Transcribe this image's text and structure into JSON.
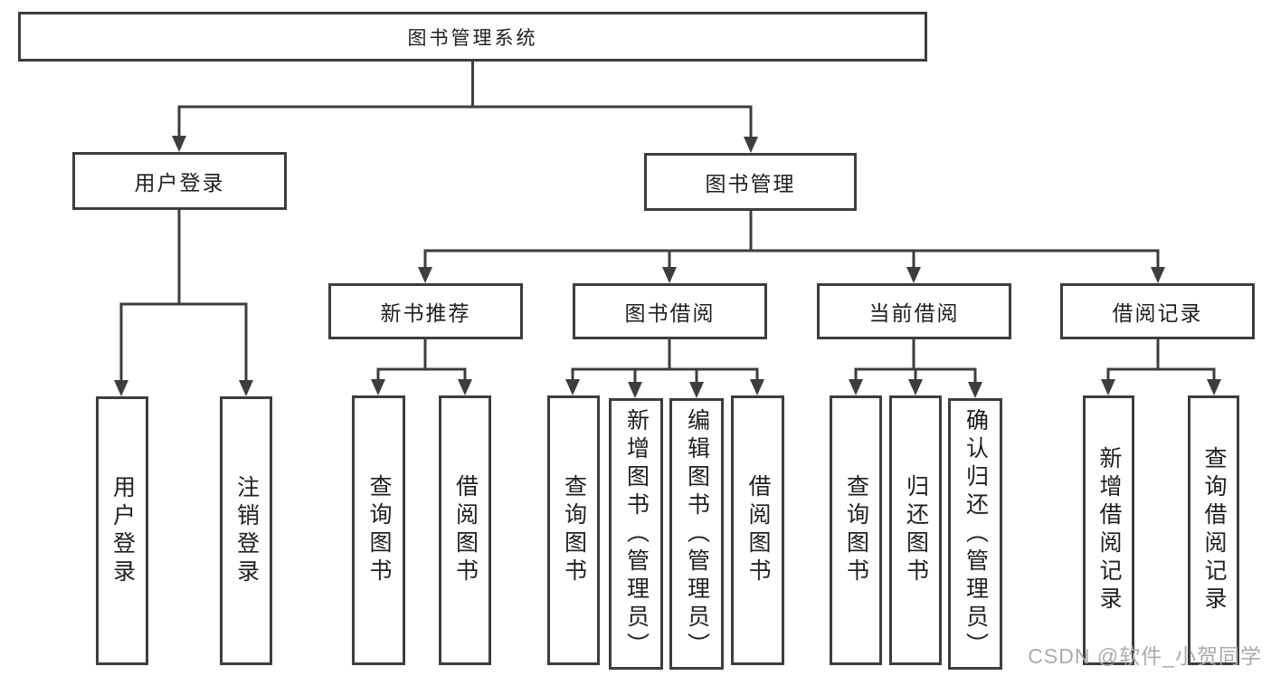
{
  "diagram": {
    "tree": {
      "root": {
        "label": "图书管理系统",
        "children": [
          {
            "label": "用户登录",
            "children": [
              {
                "label": "用户登录"
              },
              {
                "label": "注销登录"
              }
            ]
          },
          {
            "label": "图书管理",
            "children": [
              {
                "label": "新书推荐",
                "children": [
                  {
                    "label": "查询图书"
                  },
                  {
                    "label": "借阅图书"
                  }
                ]
              },
              {
                "label": "图书借阅",
                "children": [
                  {
                    "label": "查询图书"
                  },
                  {
                    "label": "新增图书（管理员）"
                  },
                  {
                    "label": "编辑图书（管理员）"
                  },
                  {
                    "label": "借阅图书"
                  }
                ]
              },
              {
                "label": "当前借阅",
                "children": [
                  {
                    "label": "查询图书"
                  },
                  {
                    "label": "归还图书"
                  },
                  {
                    "label": "确认归还（管理员）"
                  }
                ]
              },
              {
                "label": "借阅记录",
                "children": [
                  {
                    "label": "新增借阅记录"
                  },
                  {
                    "label": "查询借阅记录"
                  }
                ]
              }
            ]
          }
        ]
      }
    },
    "colors": {
      "line": "#3d3d3d",
      "box_border": "#3d3d3d",
      "text": "#1f1f1f",
      "background": "#ffffff",
      "watermark": "#ababab"
    }
  },
  "watermark": {
    "text": "CSDN @软件_小贺同学"
  }
}
